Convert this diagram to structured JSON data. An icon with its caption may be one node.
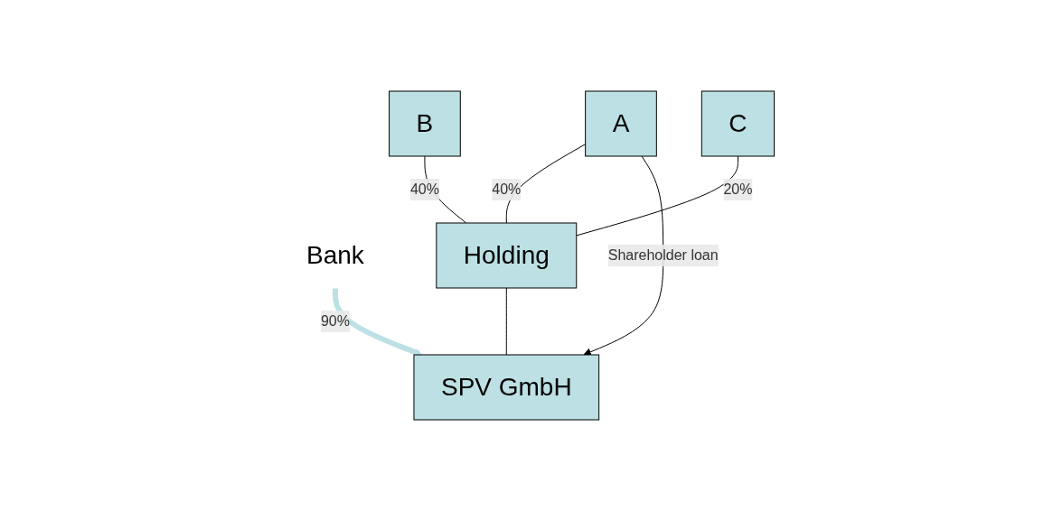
{
  "diagram": {
    "nodes": [
      {
        "text": [
          "A"
        ]
      },
      {
        "text": [
          "B"
        ]
      },
      {
        "text": [
          "C"
        ]
      },
      {
        "text": [
          "Holding"
        ]
      },
      {
        "text": [
          "SPV GmbH"
        ]
      },
      {
        "text": [
          "Bank"
        ]
      }
    ],
    "edges": [
      {
        "from": 0,
        "to": 3,
        "arrow": "none",
        "label": "40%"
      },
      {
        "from": 1,
        "to": 3,
        "arrow": "none",
        "label": "40%"
      },
      {
        "from": 2,
        "to": 3,
        "arrow": "none",
        "label": "20%"
      },
      {
        "from": 3,
        "to": 4,
        "arrow": "none"
      },
      {
        "from": 0,
        "to": 4,
        "arrow": "to",
        "label": "Shareholder loan"
      },
      {
        "from": 5,
        "to": 4,
        "arrow": "to",
        "label": "90%",
        "style": "thick",
        "color": "#bce0e3"
      }
    ]
  }
}
